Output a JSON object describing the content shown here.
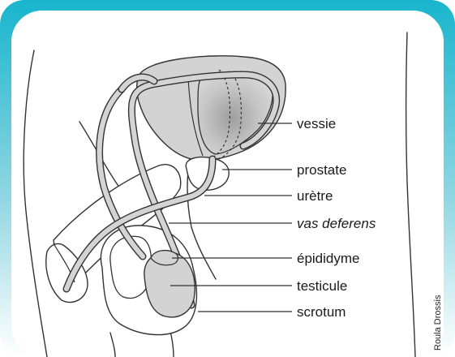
{
  "labels": {
    "bladder": "vessie",
    "prostate": "prostate",
    "urethra": "urètre",
    "vas_deferens": "vas deferens",
    "epididymis": "épididyme",
    "testicle": "testicule",
    "scrotum": "scrotum"
  },
  "credit": "Roula Drossis",
  "colors": {
    "frame_top": "#18b5cd",
    "frame_bottom": "#ffffff",
    "organ_fill": "#d4d4d4",
    "bladder_inner": "#b5b5b5",
    "outline": "#333333"
  }
}
